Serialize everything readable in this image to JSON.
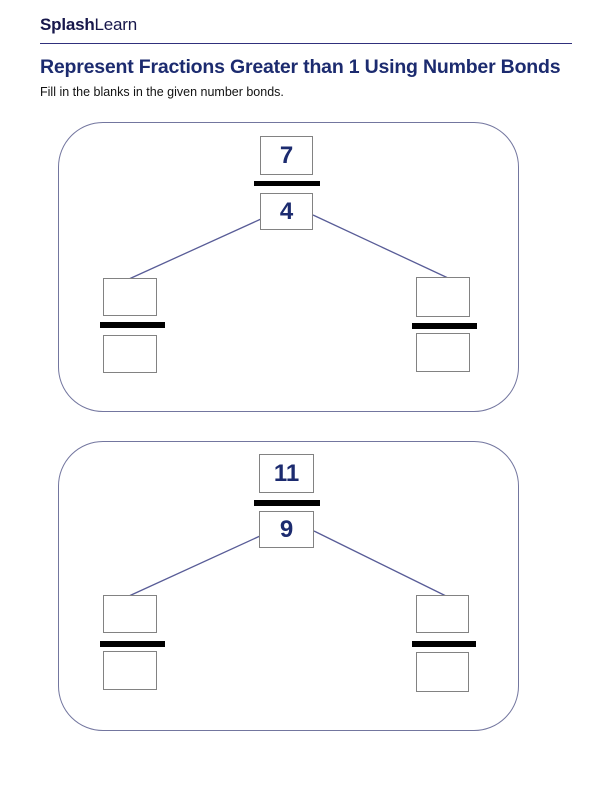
{
  "header": {
    "logo": {
      "bold": "Splash",
      "light": "Learn"
    }
  },
  "page": {
    "title": "Represent Fractions Greater than 1 Using Number Bonds",
    "instructions": "Fill in the blanks in the given number bonds."
  },
  "colors": {
    "navy_text": "#1c2b6f",
    "logo_navy": "#17174b",
    "card_border": "#73769f",
    "box_border": "#828282",
    "fraction_bar": "#000000",
    "connector_line": "#585c97"
  },
  "problems": [
    {
      "whole": {
        "numerator": "7",
        "denominator": "4"
      },
      "parts": [
        {
          "numerator": "",
          "denominator": ""
        },
        {
          "numerator": "",
          "denominator": ""
        }
      ]
    },
    {
      "whole": {
        "numerator": "11",
        "denominator": "9"
      },
      "parts": [
        {
          "numerator": "",
          "denominator": ""
        },
        {
          "numerator": "",
          "denominator": ""
        }
      ]
    }
  ]
}
